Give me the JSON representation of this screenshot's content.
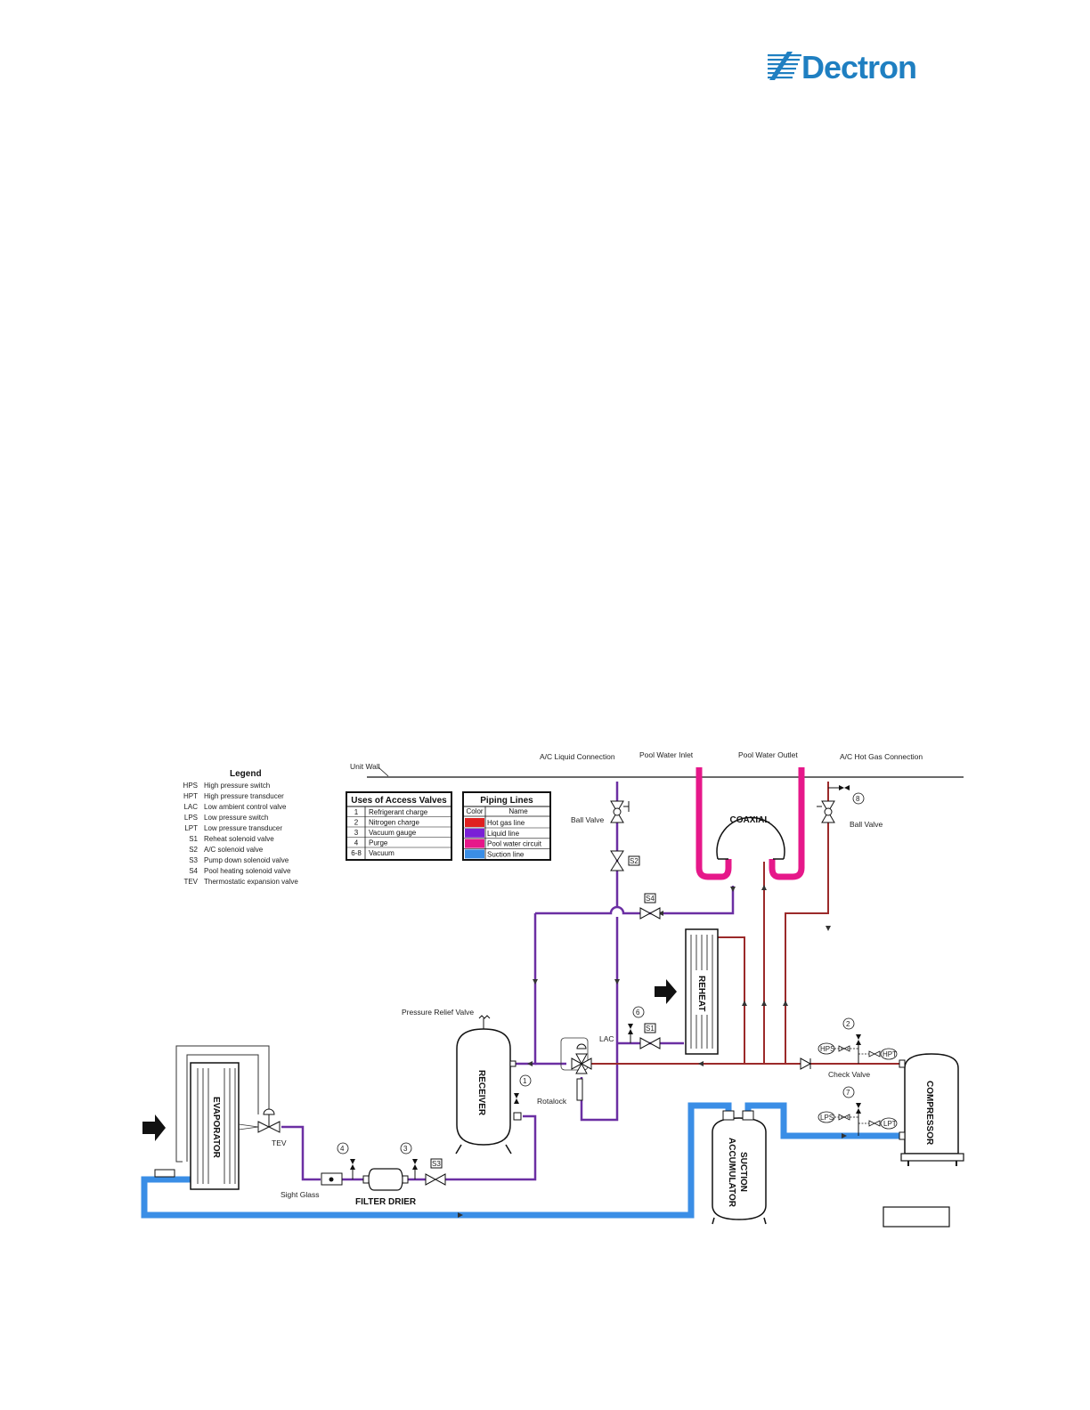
{
  "brand": {
    "name": "Dectron",
    "color": "#1f7fc1"
  },
  "colors": {
    "hot_gas": "#9b2a2a",
    "liquid": "#6b2fa3",
    "pool_water": "#e6188a",
    "suction": "#3a8ee6"
  },
  "legend": {
    "title": "Legend",
    "items": [
      {
        "code": "HPS",
        "desc": "High pressure switch"
      },
      {
        "code": "HPT",
        "desc": "High pressure transducer"
      },
      {
        "code": "LAC",
        "desc": "Low ambient control valve"
      },
      {
        "code": "LPS",
        "desc": "Low pressure switch"
      },
      {
        "code": "LPT",
        "desc": "Low pressure transducer"
      },
      {
        "code": "S1",
        "desc": "Reheat solenoid valve"
      },
      {
        "code": "S2",
        "desc": "A/C solenoid valve"
      },
      {
        "code": "S3",
        "desc": "Pump down solenoid valve"
      },
      {
        "code": "S4",
        "desc": "Pool heating solenoid valve"
      },
      {
        "code": "TEV",
        "desc": "Thermostatic expansion valve"
      }
    ]
  },
  "access_valves": {
    "title": "Uses of Access Valves",
    "rows": [
      {
        "num": "1",
        "use": "Refrigerant charge"
      },
      {
        "num": "2",
        "use": "Nitrogen charge"
      },
      {
        "num": "3",
        "use": "Vacuum gauge"
      },
      {
        "num": "4",
        "use": "Purge"
      },
      {
        "num": "6-8",
        "use": "Vacuum"
      }
    ]
  },
  "piping_lines": {
    "title": "Piping Lines",
    "col_color": "Color",
    "col_name": "Name",
    "rows": [
      {
        "name": "Hot gas line",
        "color": "#e02020"
      },
      {
        "name": "Liquid line",
        "color": "#7a1fd6"
      },
      {
        "name": "Pool water circuit",
        "color": "#e6188a"
      },
      {
        "name": "Suction line",
        "color": "#3a8ee6"
      }
    ]
  },
  "labels": {
    "unit_wall": "Unit Wall",
    "ac_liquid": "A/C Liquid Connection",
    "pool_inlet": "Pool Water Inlet",
    "pool_outlet": "Pool Water Outlet",
    "ac_hot_gas": "A/C Hot Gas Connection",
    "ball_valve_1": "Ball Valve",
    "ball_valve_2": "Ball Valve",
    "prv": "Pressure Relief Valve",
    "lac": "LAC",
    "rotalock": "Rotalock",
    "check_valve": "Check Valve",
    "tev": "TEV",
    "sight_glass": "Sight Glass",
    "filter_drier": "FILTER DRIER",
    "coaxial": "COAXIAL",
    "reheat": "REHEAT",
    "receiver": "RECEIVER",
    "evaporator": "EVAPORATOR",
    "compressor": "COMPRESSOR",
    "suction": "SUCTION",
    "accumulator": "ACCUMULATOR",
    "hps": "HPS",
    "hpt": "HPT",
    "lps": "LPS",
    "lpt": "LPT",
    "s1": "S1",
    "s2": "S2",
    "s3": "S3",
    "s4": "S4",
    "n1": "1",
    "n2": "2",
    "n3": "3",
    "n4": "4",
    "n6": "6",
    "n7": "7",
    "n8": "8"
  }
}
